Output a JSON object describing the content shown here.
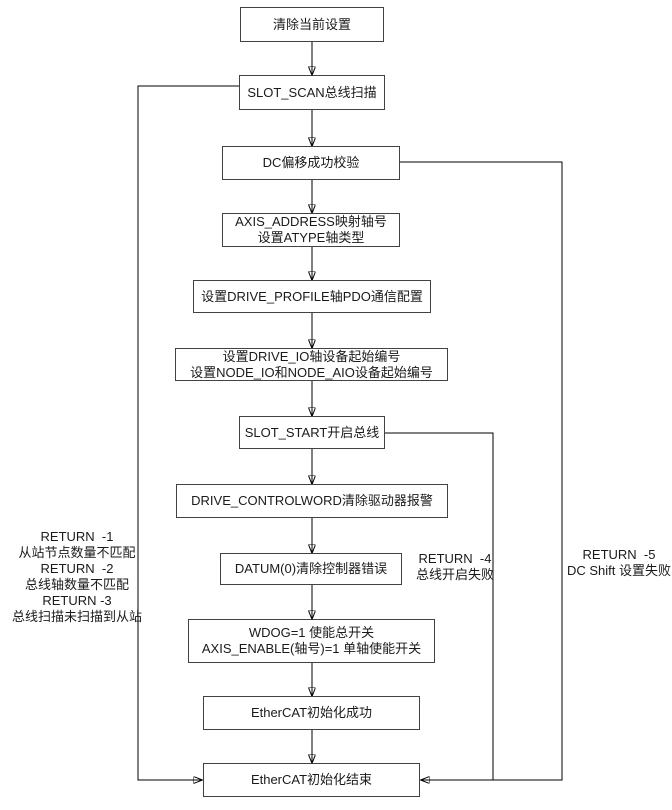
{
  "diagram": {
    "nodes": {
      "clear_settings": {
        "lines": [
          "清除当前设置"
        ]
      },
      "slot_scan": {
        "lines": [
          "SLOT_SCAN总线扫描"
        ]
      },
      "dc_offset": {
        "lines": [
          "DC偏移成功校验"
        ]
      },
      "axis_address": {
        "lines": [
          "AXIS_ADDRESS映射轴号",
          "设置ATYPE轴类型"
        ]
      },
      "drive_profile": {
        "lines": [
          "设置DRIVE_PROFILE轴PDO通信配置"
        ]
      },
      "drive_io": {
        "lines": [
          "设置DRIVE_IO轴设备起始编号",
          "设置NODE_IO和NODE_AIO设备起始编号"
        ]
      },
      "slot_start": {
        "lines": [
          "SLOT_START开启总线"
        ]
      },
      "drive_controlword": {
        "lines": [
          "DRIVE_CONTROLWORD清除驱动器报警"
        ]
      },
      "datum": {
        "lines": [
          "DATUM(0)清除控制器错误"
        ]
      },
      "wdog_enable": {
        "lines": [
          "WDOG=1 使能总开关",
          "AXIS_ENABLE(轴号)=1 单轴使能开关"
        ]
      },
      "init_success": {
        "lines": [
          "EtherCAT初始化成功"
        ]
      },
      "init_end": {
        "lines": [
          "EtherCAT初始化结束"
        ]
      }
    },
    "labels": {
      "scan_errors": {
        "lines": [
          "RETURN  -1",
          "从站节点数量不匹配",
          "RETURN  -2",
          "总线轴数量不匹配",
          "RETURN -3",
          "总线扫描未扫描到从站"
        ]
      },
      "return_4": {
        "lines": [
          "RETURN  -4",
          "总线开启失败"
        ]
      },
      "return_5": {
        "lines": [
          "RETURN  -5",
          "DC Shift 设置失败"
        ]
      }
    },
    "colors": {
      "node_border": "#424242",
      "node_fill": "#ffffff",
      "wire": "#000000",
      "text": "#1a1a1a",
      "background": "#ffffff"
    }
  }
}
